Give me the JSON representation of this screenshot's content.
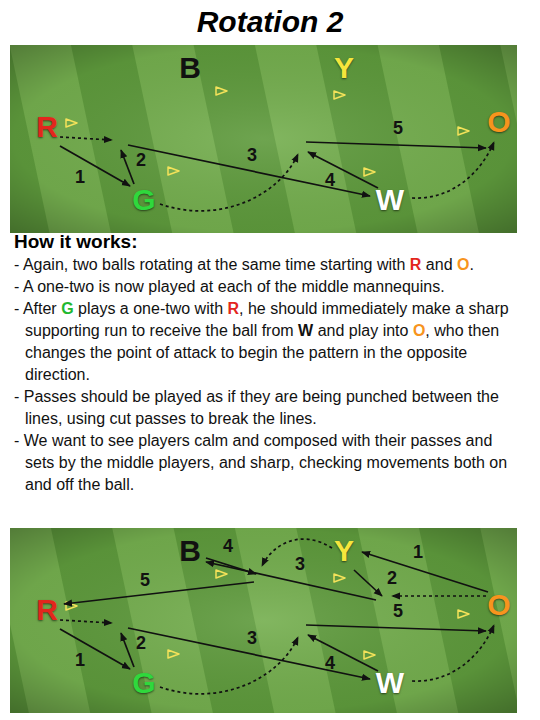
{
  "diagram": {
    "title": "Rotation 2",
    "labels": [
      "How it works:",
      "- Again, two balls rotating at the same time starting with R and O.",
      "- A one-two is now played at each of the middle mannequins.",
      "- After G plays a one-two with R, he should immediately make a sharp supporting run to receive the ball from W and play into O, who then changes the point of attack to begin the pattern in the opposite direction.",
      "- Passes should be played as if they are being punched between the lines, using cut passes to break the lines.",
      "- We want to see players calm and composed with their passes and sets by the middle players, and sharp, checking movements both on and off the ball.",
      "B",
      "Y",
      "R",
      "O",
      "G",
      "W",
      "1",
      "2",
      "3",
      "4",
      "5",
      "B",
      "Y",
      "R",
      "O",
      "G",
      "W",
      "1",
      "2",
      "3",
      "4",
      "5",
      "1",
      "2",
      "3",
      "4",
      "5"
    ]
  }
}
